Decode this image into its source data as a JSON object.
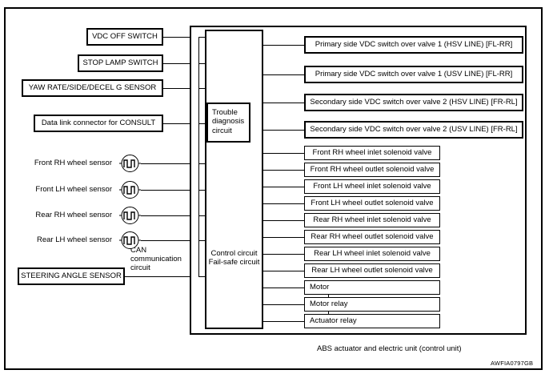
{
  "diagram": {
    "caption": "ABS actuator and electric unit (control unit)",
    "reference_code": "AWFIA0797GB",
    "unit_name": "ABS actuator and electric unit (control unit)",
    "control_circuit": {
      "line1": "Control circuit",
      "line2": "Fail-safe circuit"
    },
    "trouble_diagnosis": {
      "line1": "Trouble",
      "line2": "diagnosis",
      "line3": "circuit"
    },
    "can_label": {
      "line1": "CAN",
      "line2": "communication",
      "line3": "circuit"
    }
  },
  "inputs": {
    "boxed": [
      {
        "label": "VDC OFF SWITCH",
        "icon": ""
      },
      {
        "label": "STOP LAMP SWITCH",
        "icon": ""
      },
      {
        "label": "YAW RATE/SIDE/DECEL G SENSOR",
        "icon": ""
      },
      {
        "label": "Data link connector for CONSULT",
        "icon": ""
      },
      {
        "label": "STEERING ANGLE SENSOR",
        "icon": ""
      }
    ],
    "wheel_sensors": [
      {
        "label": "Front RH wheel sensor",
        "icon": "pulse-wave-icon"
      },
      {
        "label": "Front LH wheel sensor",
        "icon": "pulse-wave-icon"
      },
      {
        "label": "Rear RH wheel sensor",
        "icon": "pulse-wave-icon"
      },
      {
        "label": "Rear LH wheel sensor",
        "icon": "pulse-wave-icon"
      }
    ]
  },
  "outputs": {
    "vdc_valves": [
      "Primary side VDC switch over valve 1 (HSV LINE) [FL-RR]",
      "Primary side VDC switch over valve 1 (USV LINE) [FL-RR]",
      "Secondary side VDC switch over valve 2 (HSV LINE) [FR-RL]",
      "Secondary side VDC switch over valve 2 (USV LINE) [FR-RL]"
    ],
    "solenoid_valves": [
      "Front RH wheel inlet solenoid valve",
      "Front RH wheel outlet solenoid valve",
      "Front LH wheel inlet solenoid valve",
      "Front LH wheel outlet solenoid valve",
      "Rear RH wheel inlet solenoid valve",
      "Rear RH wheel outlet solenoid valve",
      "Rear LH wheel inlet solenoid valve",
      "Rear LH wheel outlet solenoid valve"
    ],
    "actuators": [
      "Motor",
      "Motor relay",
      "Actuator relay"
    ]
  },
  "colors": {
    "stroke": "#000000",
    "background": "#ffffff"
  }
}
